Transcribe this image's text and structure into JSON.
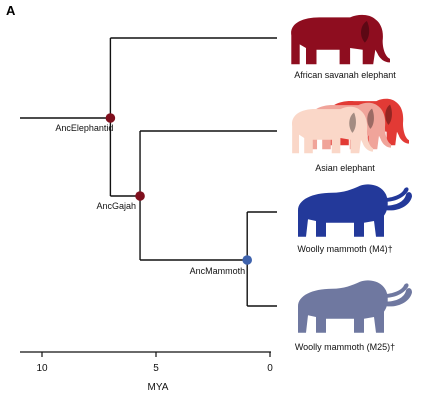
{
  "panel_label": "A",
  "colors": {
    "node_red": "#7f0f1d",
    "node_blue": "#3f63ad",
    "african": "#8e0d1f",
    "asian_front": "#fad7c8",
    "asian_mid": "#f0a49a",
    "asian_back": "#e23a35",
    "mammoth_m4": "#23399a",
    "mammoth_m25": "#6f78a0"
  },
  "nodes": [
    {
      "label": "AncElephantid",
      "age_mya": 7.0,
      "color": "node_red"
    },
    {
      "label": "AncGajah",
      "age_mya": 5.7,
      "color": "node_red"
    },
    {
      "label": "AncMammoth",
      "age_mya": 1.0,
      "color": "node_blue"
    }
  ],
  "taxa": [
    {
      "label": "African savanah elephant",
      "icon": "african-elephant-silhouette"
    },
    {
      "label": "Asian elephant",
      "icon": "asian-elephant-silhouettes"
    },
    {
      "label": "Woolly mammoth (M4)†",
      "icon": "mammoth-silhouette"
    },
    {
      "label": "Woolly mammoth (M25)†",
      "icon": "mammoth-silhouette"
    }
  ],
  "axis": {
    "label": "MYA",
    "ticks": [
      "10",
      "5",
      "0"
    ]
  }
}
